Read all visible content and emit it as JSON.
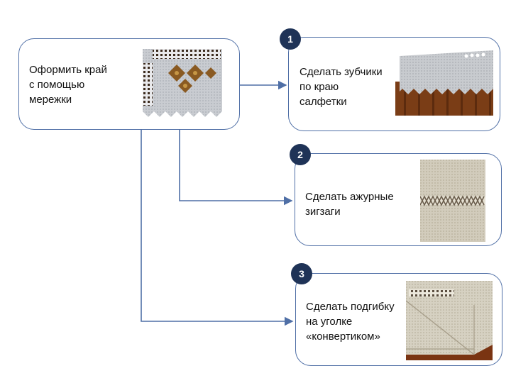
{
  "colors": {
    "border": "#4f6fa6",
    "badge": "#1f3357",
    "connector": "#4f6fa6"
  },
  "main_box": {
    "text": "Оформить край\nс помощью\nмережки"
  },
  "steps": [
    {
      "number": "1",
      "text": "Сделать зубчики\nпо краю\nсалфетки"
    },
    {
      "number": "2",
      "text": "Сделать ажурные\n зигзаги"
    },
    {
      "number": "3",
      "text": "Сделать подгибку\nна уголке\n«конвертиком»"
    }
  ]
}
